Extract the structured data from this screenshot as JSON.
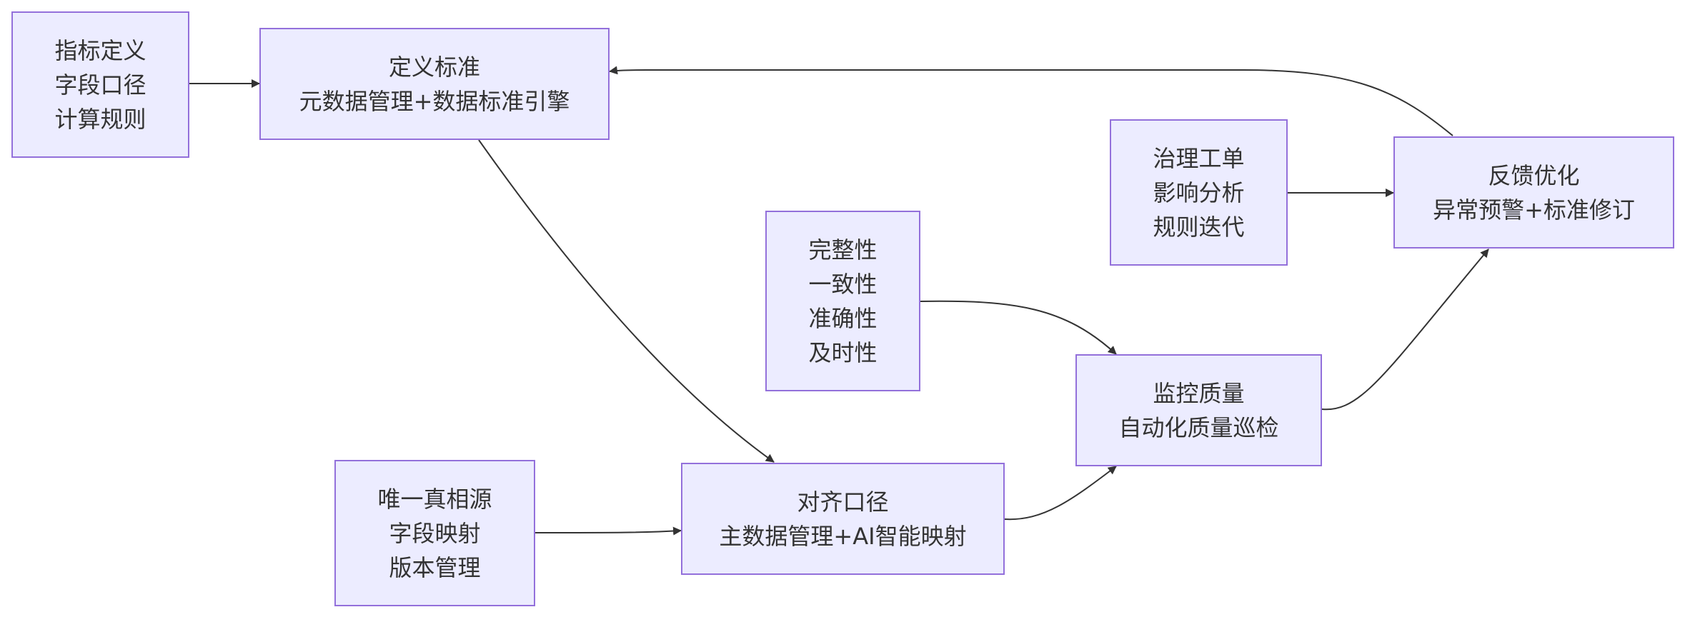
{
  "diagram": {
    "colors": {
      "node_fill": "#ececff",
      "node_border": "#9370db",
      "edge": "#333333",
      "text": "#333333"
    },
    "nodes": {
      "metric_def": {
        "lines": [
          "指标定义",
          "字段口径",
          "计算规则"
        ]
      },
      "define_standard": {
        "lines": [
          "定义标准",
          "元数据管理+数据标准引擎"
        ]
      },
      "single_source": {
        "lines": [
          "唯一真相源",
          "字段映射",
          "版本管理"
        ]
      },
      "align_caliber": {
        "lines": [
          "对齐口径",
          "主数据管理+AI智能映射"
        ]
      },
      "quality_dims": {
        "lines": [
          "完整性",
          "一致性",
          "准确性",
          "及时性"
        ]
      },
      "monitor_quality": {
        "lines": [
          "监控质量",
          "自动化质量巡检"
        ]
      },
      "governance": {
        "lines": [
          "治理工单",
          "影响分析",
          "规则迭代"
        ]
      },
      "feedback": {
        "lines": [
          "反馈优化",
          "异常预警+标准修订"
        ]
      }
    },
    "edges": [
      {
        "from": "metric_def",
        "to": "define_standard"
      },
      {
        "from": "define_standard",
        "to": "align_caliber"
      },
      {
        "from": "single_source",
        "to": "align_caliber"
      },
      {
        "from": "align_caliber",
        "to": "monitor_quality"
      },
      {
        "from": "quality_dims",
        "to": "monitor_quality"
      },
      {
        "from": "monitor_quality",
        "to": "feedback"
      },
      {
        "from": "governance",
        "to": "feedback"
      },
      {
        "from": "feedback",
        "to": "define_standard"
      }
    ]
  }
}
